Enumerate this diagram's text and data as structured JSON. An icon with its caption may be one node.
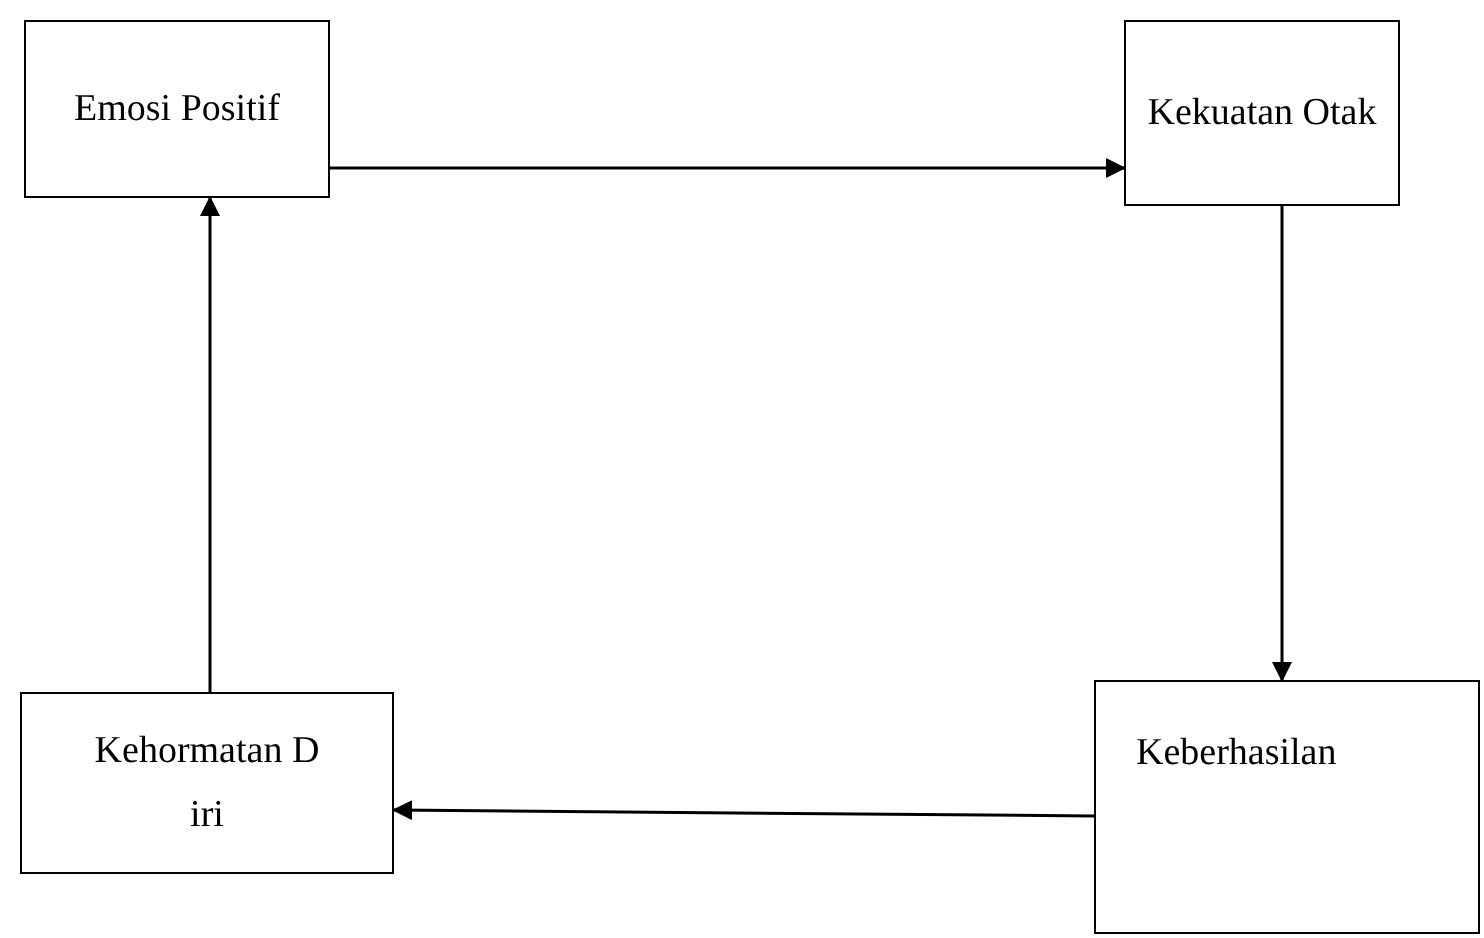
{
  "diagram": {
    "nodes": [
      {
        "text": [
          "Emosi Positif"
        ]
      },
      {
        "text": [
          "Kekuatan Otak"
        ]
      },
      {
        "text": [
          "Keberhasilan"
        ]
      },
      {
        "text": [
          "Kehormatan Diri"
        ]
      }
    ],
    "edges": [
      {
        "from": 0,
        "to": 1,
        "arrow": "to"
      },
      {
        "from": 1,
        "to": 2,
        "arrow": "to"
      },
      {
        "from": 2,
        "to": 3,
        "arrow": "to"
      },
      {
        "from": 3,
        "to": 0,
        "arrow": "to"
      }
    ]
  }
}
